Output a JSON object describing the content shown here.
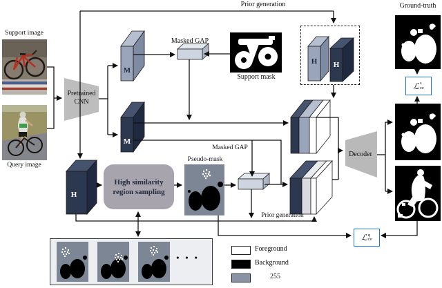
{
  "figure": {
    "labels": {
      "prior_generation_top": "Prior generation",
      "support_image": "Support image",
      "query_image": "Query image",
      "pretrained_cnn_line1": "Pretrained",
      "pretrained_cnn_line2": "CNN",
      "masked_gap_top": "Masked GAP",
      "support_mask": "Support mask",
      "ground_truth": "Ground-truth",
      "masked_gap_bottom": "Masked GAP",
      "pseudo_mask": "Pseudo-mask",
      "prior_generation_bottom": "Prior generation",
      "decoder": "Decoder",
      "hsrs_line1": "High similarity",
      "hsrs_line2": "region sampling",
      "ellipsis": "• • •"
    },
    "block_labels": {
      "m_support": "M",
      "m_query": "M",
      "h_query": "H",
      "h_prior_light": "H",
      "h_prior_dark": "H"
    },
    "losses": {
      "support_branch": {
        "symbol": "ℒ",
        "sup": "s",
        "sub": "ce"
      },
      "query_branch": {
        "symbol": "ℒ",
        "sup": "q",
        "sub": "ce"
      }
    },
    "legend": {
      "items": [
        {
          "label": "Foreground",
          "color": "#ffffff"
        },
        {
          "label": "Background",
          "color": "#000000"
        },
        {
          "label": "255",
          "color": "#8a93a3"
        }
      ]
    },
    "colors": {
      "feature_dark_navy": "#2c3850",
      "feature_gray_blue": "#9aa4ba",
      "ignore_gray_255": "#8a93a3",
      "mask_background_gray": "#7d8695",
      "module_gray": "#a7a4ae",
      "cnn_gray": "#bdbdbd",
      "loss_border_blue": "#1a73e0",
      "line_black": "#101010",
      "sample_box_bg": "#edeef2"
    }
  }
}
